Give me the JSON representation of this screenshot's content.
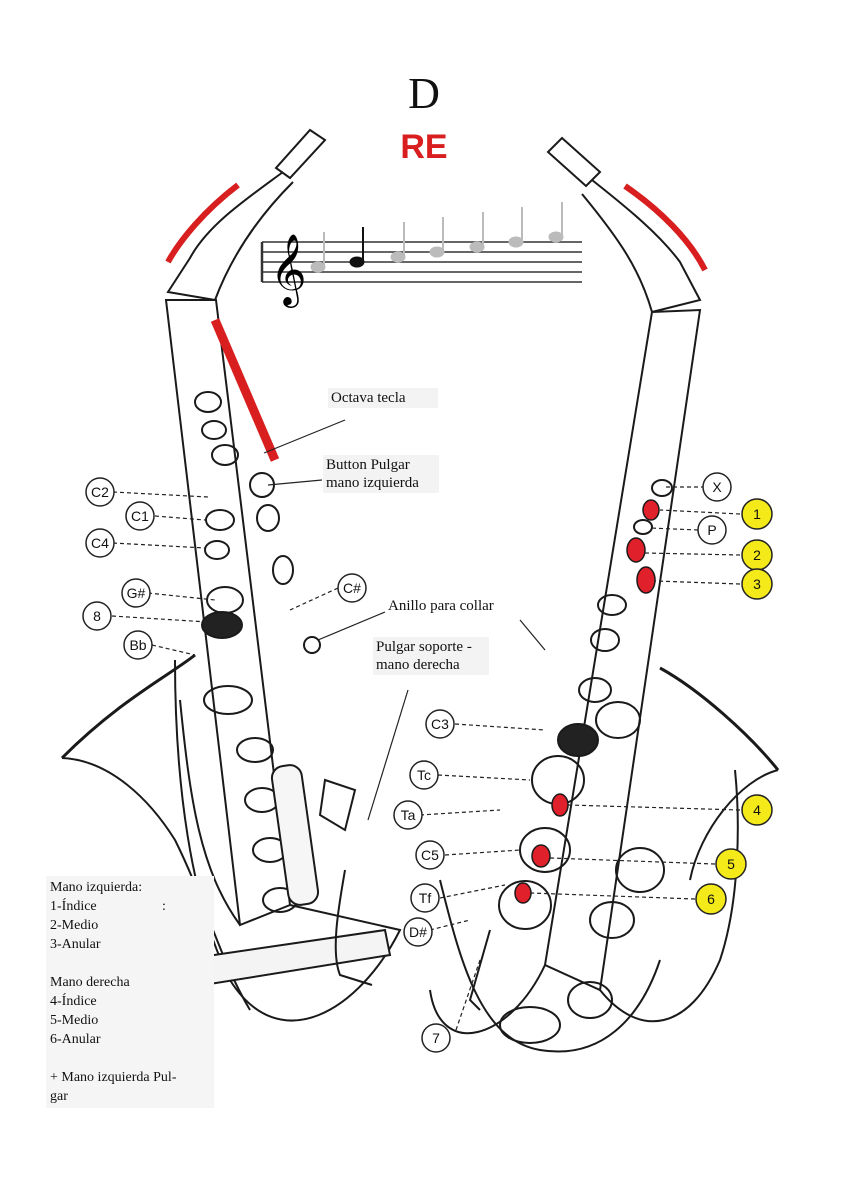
{
  "title": "D",
  "subtitle": "RE",
  "annotations": {
    "octave_key": "Octava tecla",
    "thumb_button": [
      "Button Pulgar",
      "mano izquierda"
    ],
    "strap_ring": "Anillo para collar",
    "thumb_rest": [
      "Pulgar soporte -",
      "mano derecha"
    ]
  },
  "key_labels_left": [
    "C2",
    "C1",
    "C4",
    "G#",
    "8",
    "Bb",
    "C#"
  ],
  "key_labels_right": [
    "X",
    "P",
    "C3",
    "Tc",
    "Ta",
    "C5",
    "Tf",
    "D#",
    "7"
  ],
  "finger_numbers": [
    "1",
    "2",
    "3",
    "4",
    "5",
    "6"
  ],
  "legend": {
    "lines": [
      "Mano izquierda:",
      "1-Índice",
      "2-Medio",
      "3-Anular",
      "",
      "Mano derecha",
      "4-Índice",
      "5-Medio",
      "6-Anular",
      "",
      "+ Mano izquierda Pul-",
      "gar"
    ],
    "colon": ":"
  },
  "colors": {
    "pressed": "#e0202a",
    "finger": "#f4ea1a",
    "ink": "#111111"
  }
}
